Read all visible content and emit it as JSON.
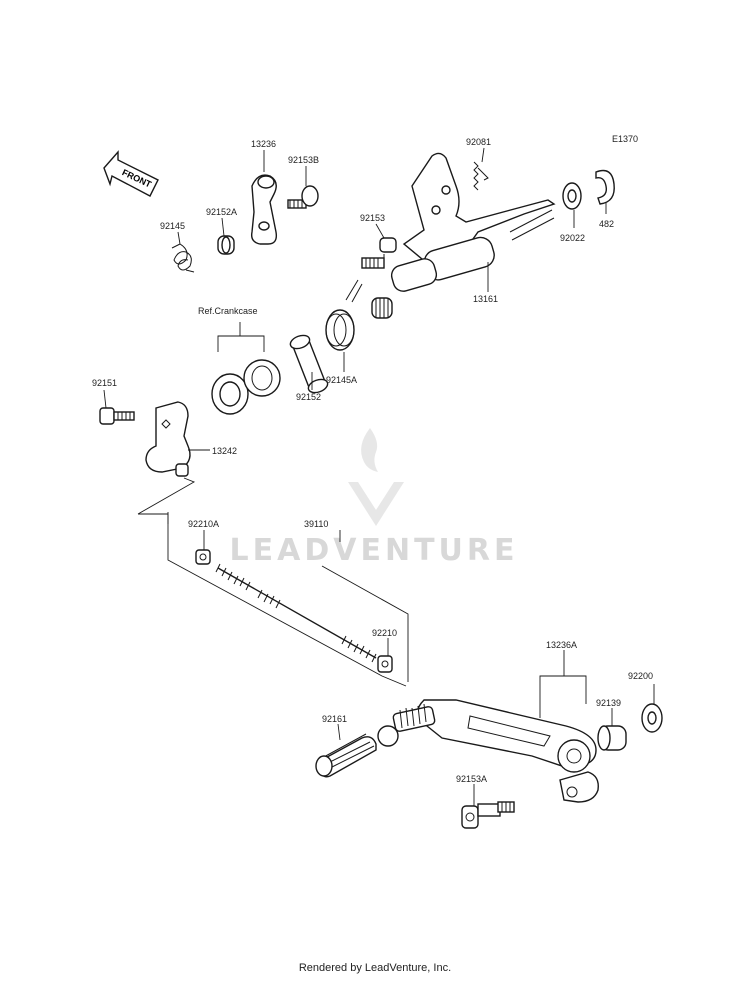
{
  "diagram": {
    "code": "E1370",
    "front_label": "FRONT",
    "ref_label": "Ref.Crankcase",
    "watermark": "LEADVENTURE",
    "footer": "Rendered by LeadVenture, Inc.",
    "parts": {
      "p13236": "13236",
      "p92153B": "92153B",
      "p92081": "92081",
      "p92145": "92145",
      "p92152A": "92152A",
      "p92153": "92153",
      "p92022": "92022",
      "p482": "482",
      "p13161": "13161",
      "p92145A": "92145A",
      "p92152": "92152",
      "p92151": "92151",
      "p13242": "13242",
      "p92210A": "92210A",
      "p39110": "39110",
      "p92210": "92210",
      "p13236A": "13236A",
      "p92200": "92200",
      "p92139": "92139",
      "p92161": "92161",
      "p92153A": "92153A"
    }
  }
}
